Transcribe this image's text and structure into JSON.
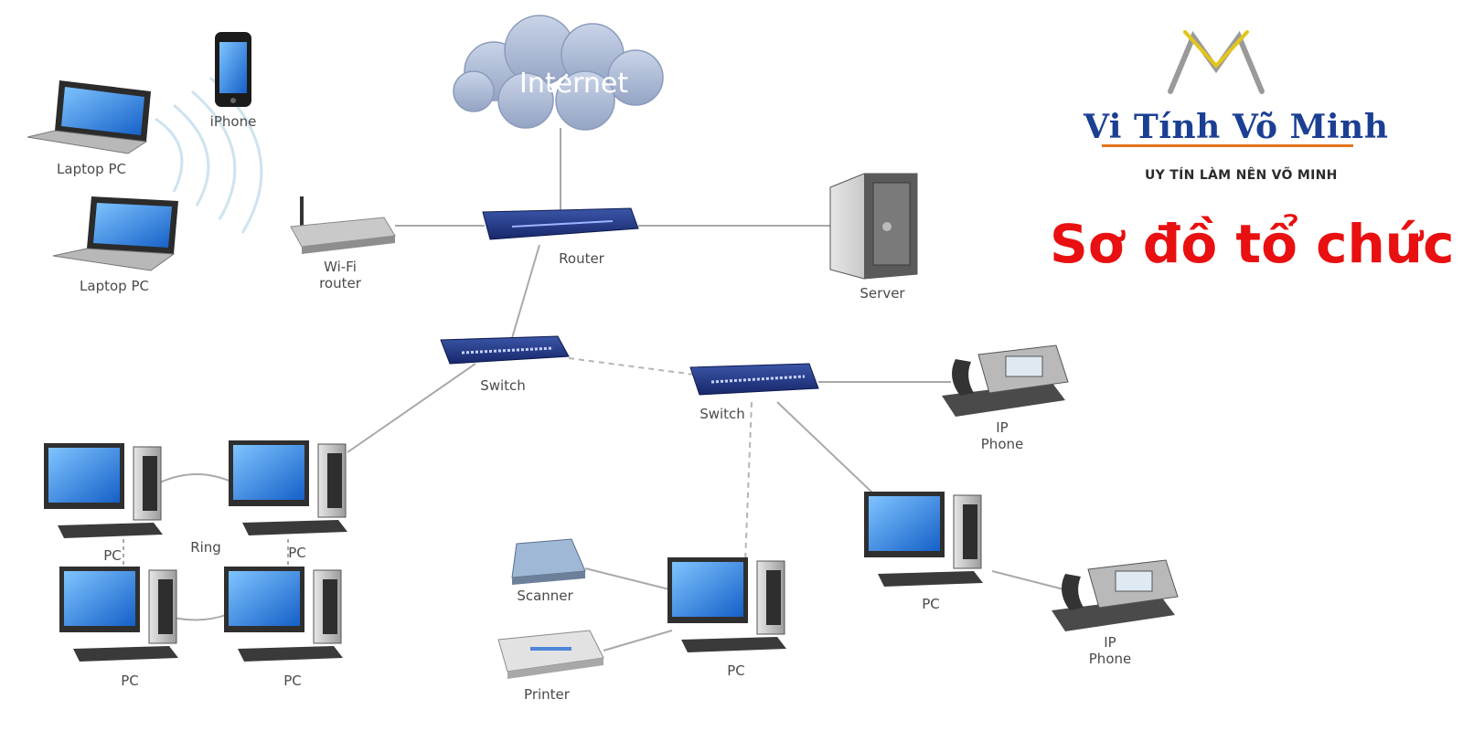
{
  "brand": {
    "name": "Vi Tính Võ Minh",
    "tagline": "UY TÍN LÀM NÊN VÕ MINH",
    "logo_icon": "vm-monogram-logo",
    "accent_color": "#e2761c",
    "name_color": "#1b3f93"
  },
  "title": "Sơ đồ tổ chức",
  "title_color": "#e81010",
  "diagram": {
    "internet_label": "Internet",
    "labels": {
      "iphone": "iPhone",
      "laptop_top": "Laptop PC",
      "laptop_bottom": "Laptop PC",
      "wifi_router": "Wi-Fi\nrouter",
      "router": "Router",
      "server": "Server",
      "switch_left": "Switch",
      "switch_right": "Switch",
      "ip_phone_top": "IP\nPhone",
      "ip_phone_bottom": "IP\nPhone",
      "ring": "Ring",
      "pc_ring_tl": "PC",
      "pc_ring_tr": "PC",
      "pc_ring_bl": "PC",
      "pc_ring_br": "PC",
      "scanner": "Scanner",
      "printer": "Printer",
      "pc_center": "PC",
      "pc_right": "PC"
    }
  }
}
